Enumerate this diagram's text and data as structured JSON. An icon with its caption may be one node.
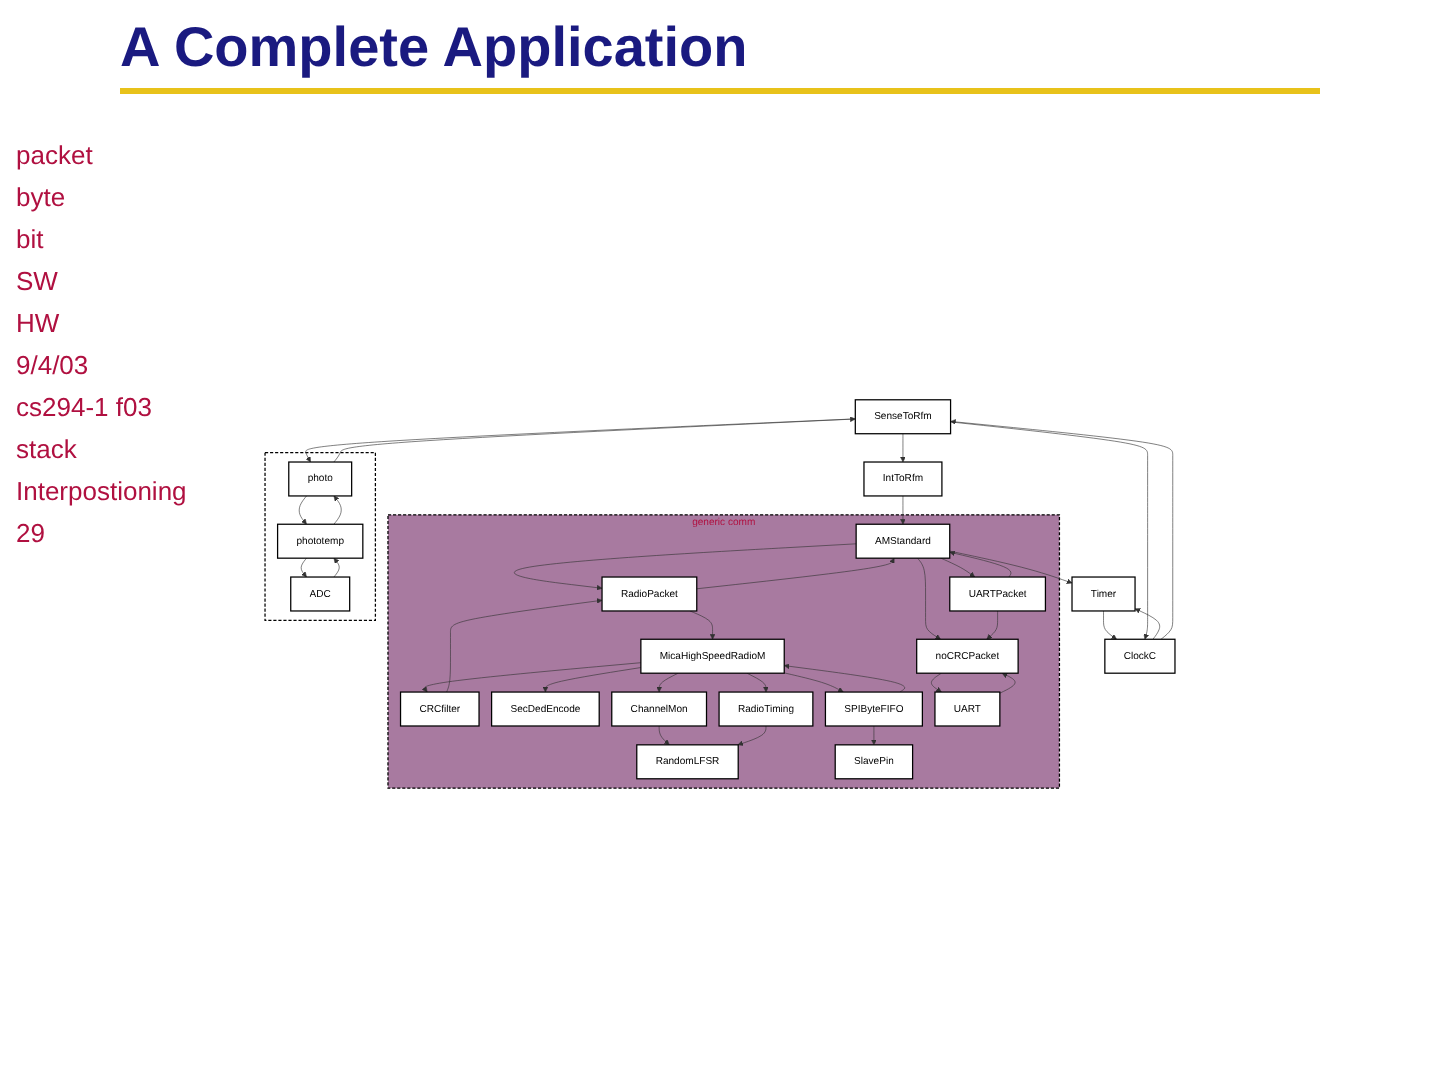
{
  "diagram": {
    "title": "A Complete Application",
    "nodes": [
      {
        "text": [
          "SenseToRfm"
        ]
      },
      {
        "text": [
          "generic comm"
        ]
      },
      {
        "text": [
          "IntToRfm"
        ]
      },
      {
        "text": [
          "AMStandard"
        ],
        "in": 1
      },
      {
        "text": [
          "RadioPacket"
        ],
        "in": 1
      },
      {
        "text": [
          "UARTPacket"
        ],
        "in": 1
      },
      {
        "text": [
          "CRCfilter"
        ],
        "in": 1
      },
      {
        "text": [
          "noCRCPacket"
        ],
        "in": 1
      },
      {
        "text": [
          "MicaHighSpeedRadioM"
        ],
        "in": 1
      },
      {
        "text": [
          "SecDedEncode"
        ],
        "in": 1
      },
      {
        "text": [
          "ChannelMon"
        ],
        "in": 1
      },
      {
        "text": [
          "RadioTiming"
        ],
        "in": 1
      },
      {
        "text": [
          "SPIByteFIFO"
        ],
        "in": 1
      },
      {
        "text": [
          "RandomLFSR"
        ],
        "in": 1
      },
      {
        "text": [
          "UART"
        ],
        "in": 1
      },
      {
        "text": [
          "SlavePin"
        ],
        "in": 1
      },
      {
        "text": [
          "Timer"
        ]
      },
      {
        "text": [
          "ClockC"
        ]
      },
      {
        "text": [],
        "shape": "box"
      },
      {
        "text": [
          "photo"
        ],
        "in": 18
      },
      {
        "text": [
          "phototemp"
        ],
        "in": 18
      },
      {
        "text": [
          "ADC"
        ],
        "in": 18
      }
    ],
    "edges": [
      {
        "from": 0,
        "to": 2,
        "arrow": "to"
      },
      {
        "from": 2,
        "to": 3,
        "arrow": "to"
      },
      {
        "from": 3,
        "to": 4,
        "arrow": "to"
      },
      {
        "from": 4,
        "to": 3,
        "arrow": "to"
      },
      {
        "from": 3,
        "to": 5,
        "arrow": "to"
      },
      {
        "from": 5,
        "to": 3,
        "arrow": "to"
      },
      {
        "from": 3,
        "to": 7,
        "arrow": "to"
      },
      {
        "from": 3,
        "to": 16,
        "arrow": "to"
      },
      {
        "from": 4,
        "to": 8,
        "arrow": "to"
      },
      {
        "from": 8,
        "to": 6,
        "arrow": "to"
      },
      {
        "from": 6,
        "to": 4,
        "arrow": "to"
      },
      {
        "from": 5,
        "to": 7,
        "arrow": "to"
      },
      {
        "from": 7,
        "to": 14,
        "arrow": "to"
      },
      {
        "from": 14,
        "to": 7,
        "arrow": "to"
      },
      {
        "from": 8,
        "to": 9,
        "arrow": "to"
      },
      {
        "from": 8,
        "to": 10,
        "arrow": "to"
      },
      {
        "from": 8,
        "to": 11,
        "arrow": "to"
      },
      {
        "from": 8,
        "to": 12,
        "arrow": "to"
      },
      {
        "from": 12,
        "to": 8,
        "arrow": "to"
      },
      {
        "from": 10,
        "to": 13,
        "arrow": "to"
      },
      {
        "from": 11,
        "to": 13,
        "arrow": "to"
      },
      {
        "from": 12,
        "to": 15,
        "arrow": "to"
      },
      {
        "from": 16,
        "to": 17,
        "arrow": "to"
      },
      {
        "from": 17,
        "to": 16,
        "arrow": "to"
      },
      {
        "from": 0,
        "to": 17,
        "arrow": "to"
      },
      {
        "from": 17,
        "to": 0,
        "arrow": "to"
      },
      {
        "from": 0,
        "to": 19,
        "arrow": "to"
      },
      {
        "from": 19,
        "to": 0,
        "arrow": "to"
      },
      {
        "from": 19,
        "to": 20,
        "arrow": "to"
      },
      {
        "from": 20,
        "to": 19,
        "arrow": "to"
      },
      {
        "from": 20,
        "to": 21,
        "arrow": "to"
      },
      {
        "from": 21,
        "to": 20,
        "arrow": "to"
      }
    ],
    "labels": [
      "packet",
      "byte",
      "bit",
      "SW",
      "HW",
      "9/4/03",
      "cs294-1 f03",
      "stack",
      "Interpostioning",
      "29"
    ]
  }
}
